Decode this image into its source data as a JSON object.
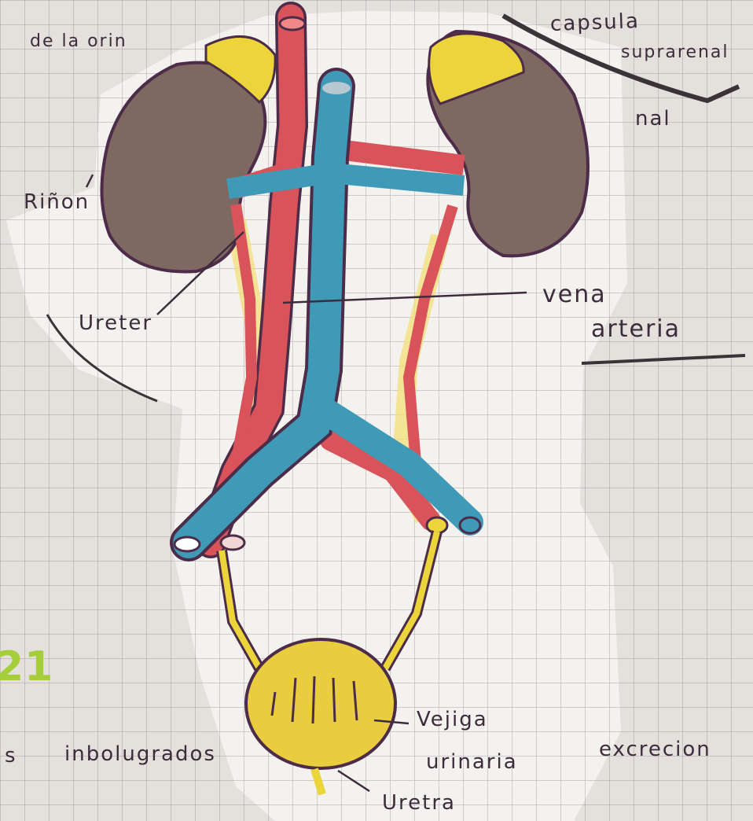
{
  "image": {
    "subject": "hand-drawn urinary system diagram on graph paper",
    "colors": {
      "paper": "#f3f1ee",
      "grid": "#b8b2b8",
      "kidney": "#7e6862",
      "adrenal": "#ecd53a",
      "artery": "#d9535a",
      "vein": "#3f9ab8",
      "ureter": "#e8c43d",
      "bladder": "#e9cd3f",
      "ink": "#3c2c3c",
      "accent_number": "#a6cd3a"
    }
  },
  "labels": {
    "top_left": "de la orin",
    "capsula_1": "capsula",
    "capsula_2": "suprarenal",
    "capsula_3": "nal",
    "rinon": "Riñon",
    "ureter": "Ureter",
    "vena": "vena",
    "arteria": "arteria",
    "vejiga_1": "Vejiga",
    "vejiga_2": "urinaria",
    "uretra": "Uretra",
    "bottom_s": "s",
    "inbolugrados": "inbolugrados",
    "excrecion": "excrecion",
    "page_number": "21"
  }
}
